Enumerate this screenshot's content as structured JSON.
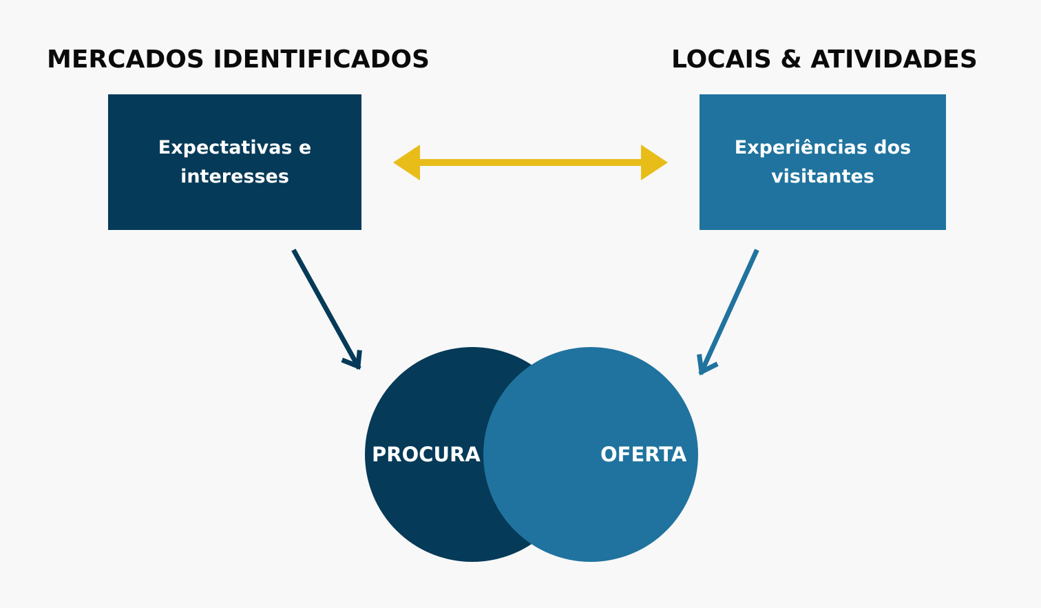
{
  "headings": {
    "left": "MERCADOS IDENTIFICADOS",
    "right": "LOCAIS & ATIVIDADES"
  },
  "boxes": {
    "left": "Expectativas e interesses",
    "right": "Experiências dos visitantes"
  },
  "circles": {
    "left": "PROCURA",
    "right": "OFERTA"
  },
  "colors": {
    "dark_blue": "#053a58",
    "mid_blue": "#20739e",
    "arrow_yellow": "#e8bd1a",
    "background": "#f8f8f8",
    "heading_text": "#0a0a0a"
  },
  "icons": {
    "double_arrow": "double-headed-arrow-icon",
    "left_arrow": "down-right-arrow-icon",
    "right_arrow": "down-left-arrow-icon"
  }
}
